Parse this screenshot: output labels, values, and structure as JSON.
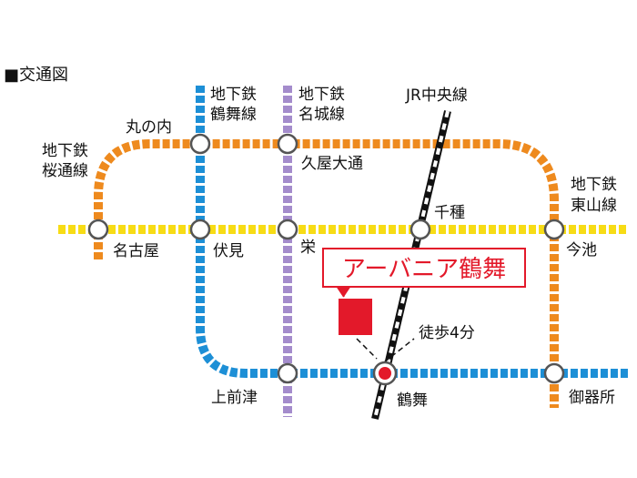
{
  "title": "■交通図",
  "lines": {
    "jr": "JR中央線",
    "tsurumai": [
      "地下鉄",
      "鶴舞線"
    ],
    "meijo": [
      "地下鉄",
      "名城線"
    ],
    "sakuradori": [
      "地下鉄",
      "桜通線"
    ],
    "higashiyama": [
      "地下鉄",
      "東山線"
    ]
  },
  "stations": {
    "marunouchi": "丸の内",
    "hisaya_odori": "久屋大通",
    "chikusa": "千種",
    "nagoya": "名古屋",
    "fushimi": "伏見",
    "sakae": "栄",
    "imaike": "今池",
    "kamimaezu": "上前津",
    "tsurumai": "鶴舞",
    "gokiso": "御器所"
  },
  "destination": "アーバニア鶴舞",
  "walk": "徒歩4分",
  "colors": {
    "orange": "#ee8a1e",
    "yellow": "#f7dc15",
    "blue": "#1d8fd6",
    "purple": "#a48ccc",
    "red": "#e3192a"
  }
}
